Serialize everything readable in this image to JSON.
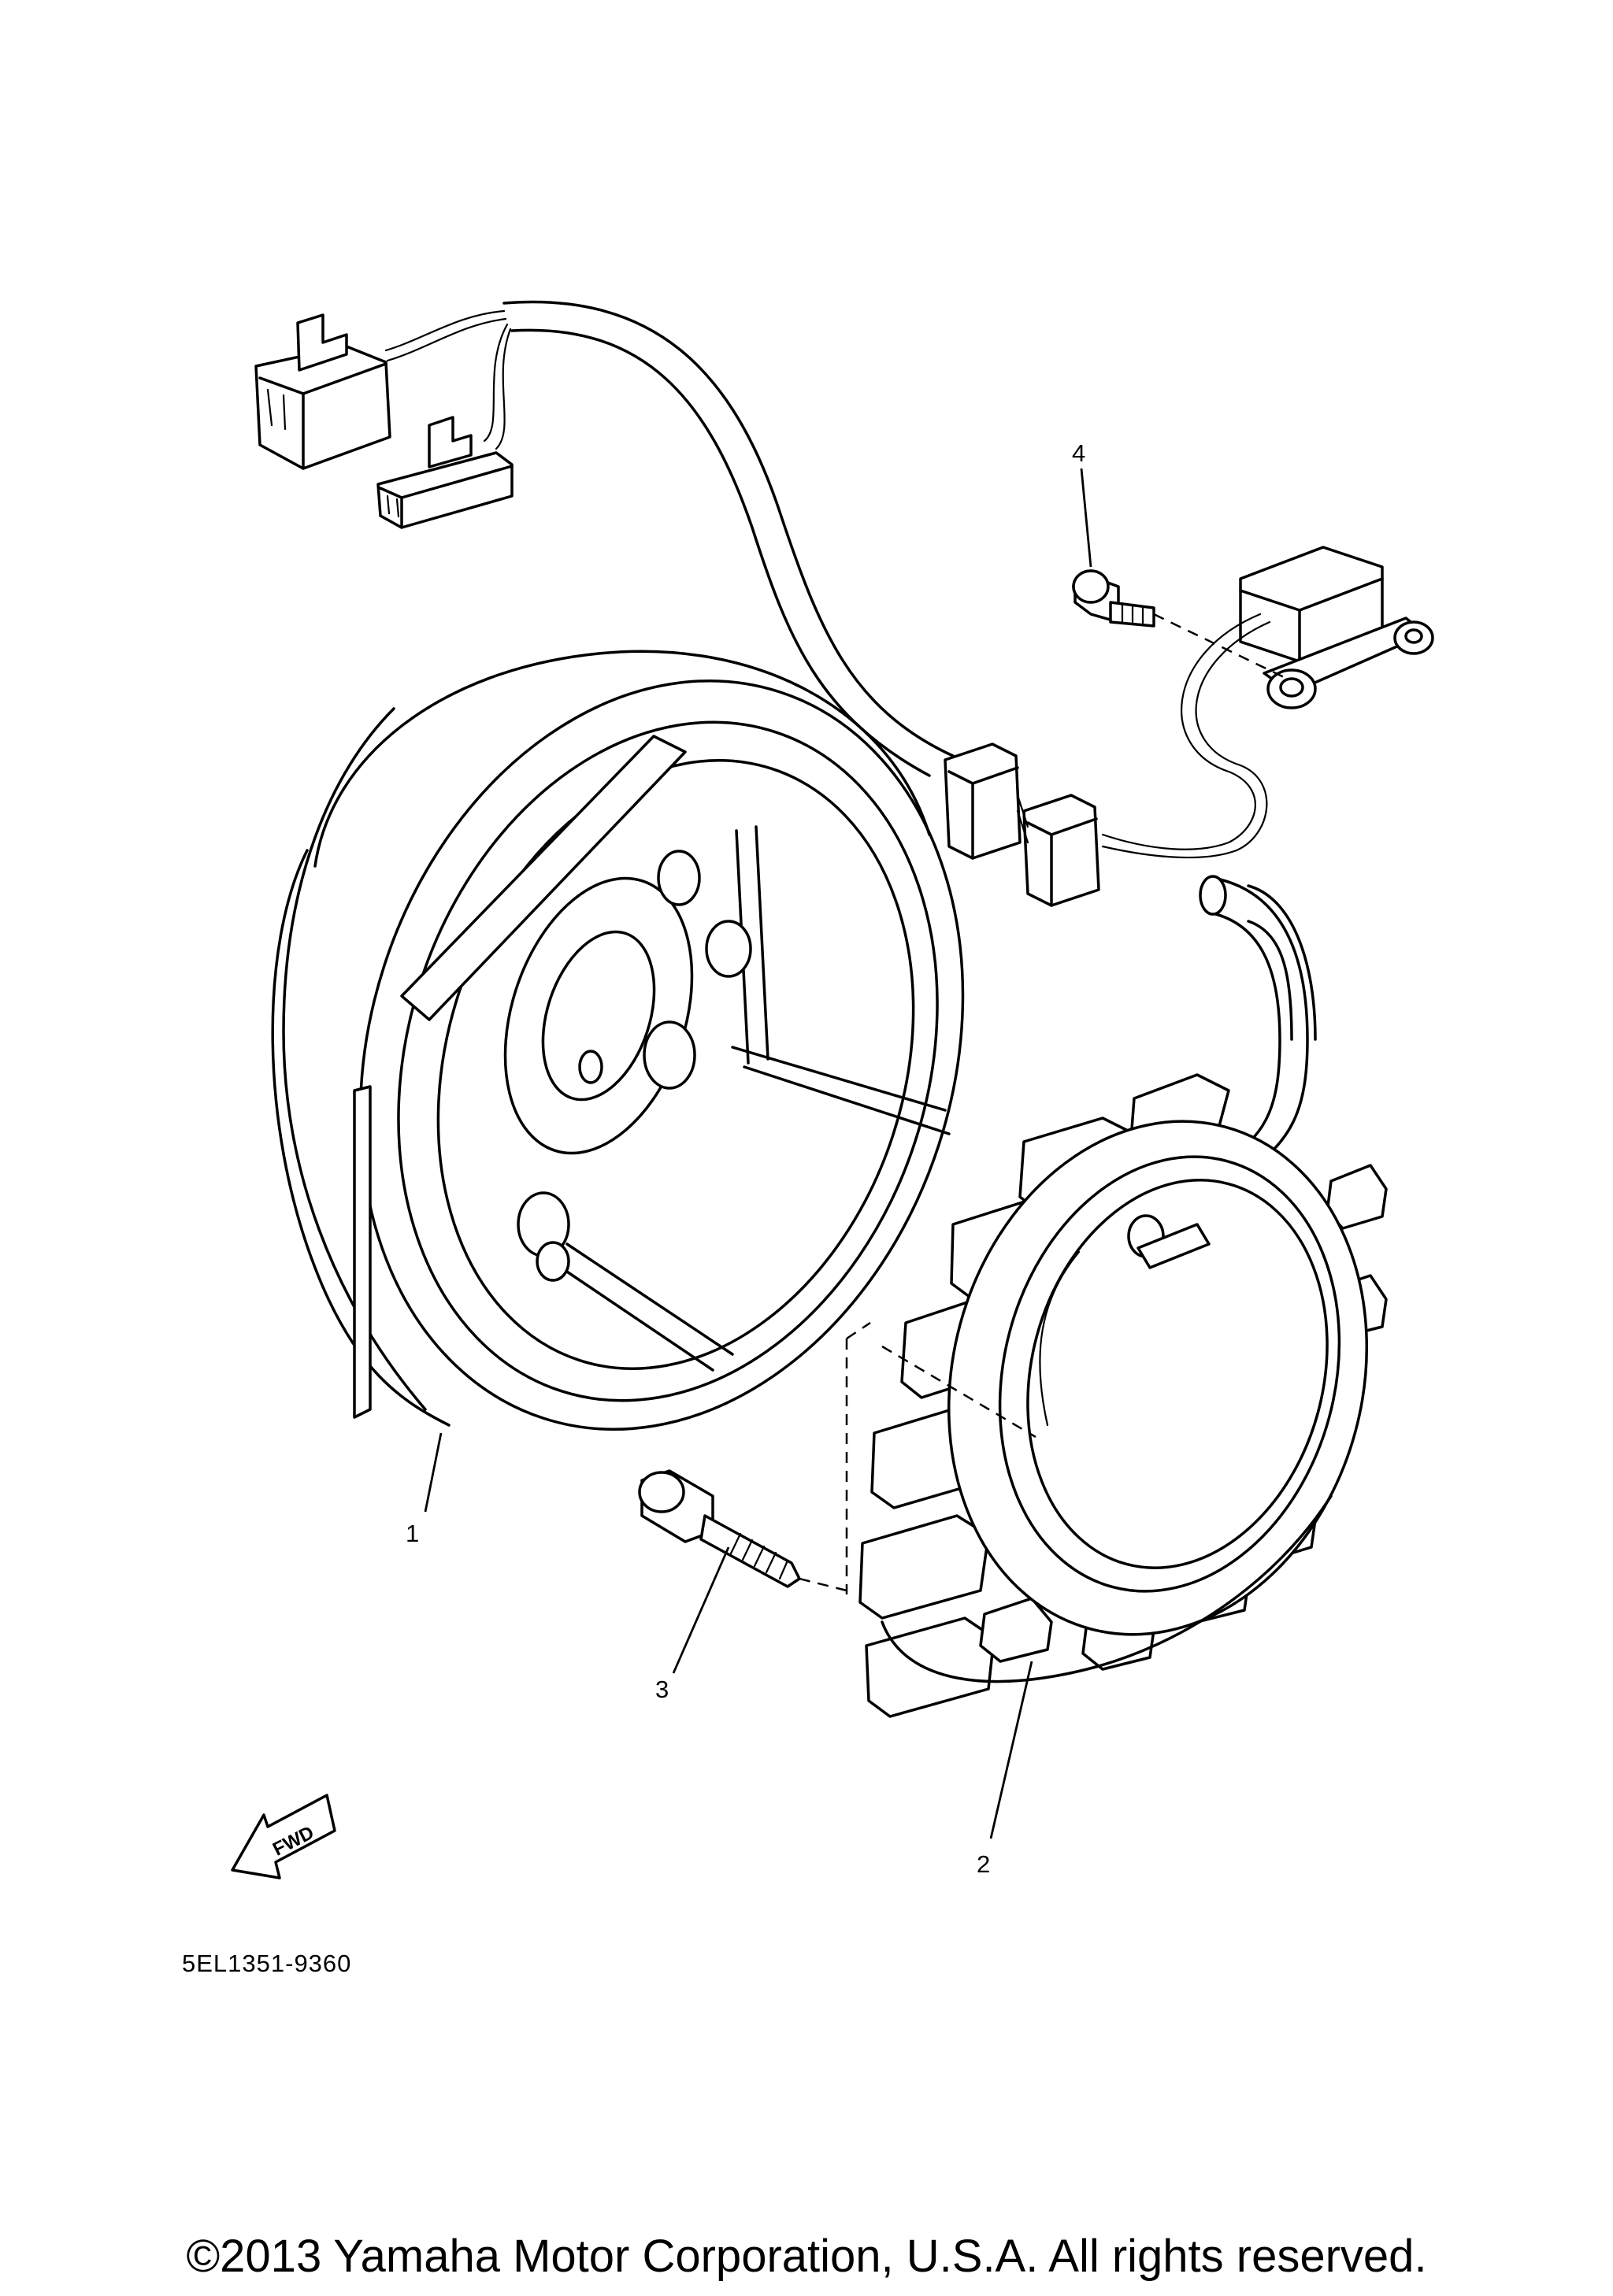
{
  "callouts": {
    "part_1": "1",
    "part_2": "2",
    "part_3": "3",
    "part_4": "4"
  },
  "fwd_label": "FWD",
  "diagram_code": "5EL1351-9360",
  "copyright": "©2013 Yamaha Motor Corporation, U.S.A. All rights reserved."
}
